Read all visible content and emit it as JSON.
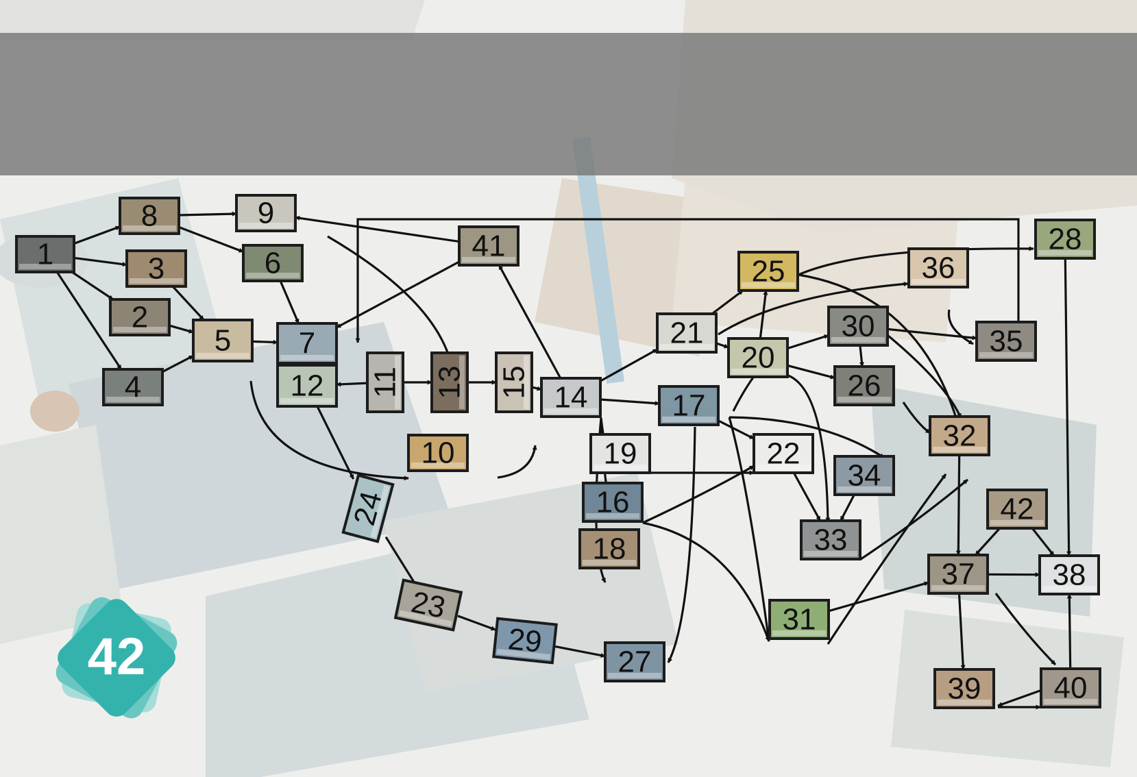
{
  "badge": {
    "label": "42",
    "color": "#34b3ad"
  },
  "diagram": {
    "nodes": [
      {
        "id": "1",
        "color": "#6b6e6d"
      },
      {
        "id": "2",
        "color": "#8c8576"
      },
      {
        "id": "3",
        "color": "#9e8a6f"
      },
      {
        "id": "4",
        "color": "#7a807c"
      },
      {
        "id": "5",
        "color": "#c8bba0"
      },
      {
        "id": "6",
        "color": "#7f8a72"
      },
      {
        "id": "7",
        "color": "#9aaab4"
      },
      {
        "id": "8",
        "color": "#9a8c72"
      },
      {
        "id": "9",
        "color": "#c9c6bd"
      },
      {
        "id": "10",
        "color": "#c8a66e"
      },
      {
        "id": "11",
        "color": "#b7b5ad"
      },
      {
        "id": "12",
        "color": "#b9c5b4"
      },
      {
        "id": "13",
        "color": "#7c6e5e"
      },
      {
        "id": "14",
        "color": "#c6c9ca"
      },
      {
        "id": "15",
        "color": "#c9c2b5"
      },
      {
        "id": "16",
        "color": "#6f8796"
      },
      {
        "id": "17",
        "color": "#7f96a3"
      },
      {
        "id": "18",
        "color": "#a58f75"
      },
      {
        "id": "19",
        "color": "#e4e5e3"
      },
      {
        "id": "20",
        "color": "#c5c7ad"
      },
      {
        "id": "21",
        "color": "#d8d8d2"
      },
      {
        "id": "22",
        "color": "#ececea"
      },
      {
        "id": "23",
        "color": "#a8a49a"
      },
      {
        "id": "24",
        "color": "#aac2c6"
      },
      {
        "id": "25",
        "color": "#d2b861"
      },
      {
        "id": "26",
        "color": "#7f8079"
      },
      {
        "id": "27",
        "color": "#7f94a2"
      },
      {
        "id": "28",
        "color": "#98a77c"
      },
      {
        "id": "29",
        "color": "#7e97ab"
      },
      {
        "id": "30",
        "color": "#8a8a84"
      },
      {
        "id": "31",
        "color": "#8fae76"
      },
      {
        "id": "32",
        "color": "#c2a98a"
      },
      {
        "id": "33",
        "color": "#909393"
      },
      {
        "id": "34",
        "color": "#8e9aa3"
      },
      {
        "id": "35",
        "color": "#8f8a82"
      },
      {
        "id": "36",
        "color": "#d8c6ad"
      },
      {
        "id": "37",
        "color": "#9d9586"
      },
      {
        "id": "38",
        "color": "#dfe1e2"
      },
      {
        "id": "39",
        "color": "#b79e83"
      },
      {
        "id": "40",
        "color": "#a0988c"
      },
      {
        "id": "41",
        "color": "#9c9683"
      },
      {
        "id": "42",
        "color": "#a89a84"
      }
    ],
    "edges": [
      [
        "1",
        "8"
      ],
      [
        "1",
        "3"
      ],
      [
        "1",
        "2"
      ],
      [
        "1",
        "4"
      ],
      [
        "8",
        "9"
      ],
      [
        "8",
        "6"
      ],
      [
        "3",
        "5"
      ],
      [
        "2",
        "5"
      ],
      [
        "4",
        "5"
      ],
      [
        "5",
        "7"
      ],
      [
        "6",
        "7"
      ],
      [
        "41",
        "9"
      ],
      [
        "41",
        "7"
      ],
      [
        "28",
        "7"
      ],
      [
        "9",
        "13"
      ],
      [
        "11",
        "12"
      ],
      [
        "11",
        "13"
      ],
      [
        "13",
        "15"
      ],
      [
        "15",
        "14"
      ],
      [
        "5",
        "10"
      ],
      [
        "10",
        "15"
      ],
      [
        "12",
        "24"
      ],
      [
        "24",
        "23"
      ],
      [
        "23",
        "29"
      ],
      [
        "29",
        "27"
      ],
      [
        "14",
        "41"
      ],
      [
        "14",
        "21"
      ],
      [
        "14",
        "17"
      ],
      [
        "14",
        "19"
      ],
      [
        "14",
        "16"
      ],
      [
        "14",
        "18"
      ],
      [
        "17",
        "27"
      ],
      [
        "17",
        "22"
      ],
      [
        "17",
        "34"
      ],
      [
        "17",
        "31"
      ],
      [
        "17",
        "20"
      ],
      [
        "19",
        "22"
      ],
      [
        "16",
        "22"
      ],
      [
        "16",
        "31"
      ],
      [
        "21",
        "25"
      ],
      [
        "21",
        "20"
      ],
      [
        "21",
        "36"
      ],
      [
        "20",
        "25"
      ],
      [
        "20",
        "30"
      ],
      [
        "20",
        "26"
      ],
      [
        "20",
        "33"
      ],
      [
        "25",
        "28"
      ],
      [
        "25",
        "32"
      ],
      [
        "36",
        "35"
      ],
      [
        "30",
        "35"
      ],
      [
        "30",
        "26"
      ],
      [
        "30",
        "32"
      ],
      [
        "26",
        "32"
      ],
      [
        "22",
        "33"
      ],
      [
        "34",
        "33"
      ],
      [
        "33",
        "32"
      ],
      [
        "31",
        "32"
      ],
      [
        "31",
        "37"
      ],
      [
        "32",
        "37"
      ],
      [
        "42",
        "37"
      ],
      [
        "42",
        "38"
      ],
      [
        "28",
        "38"
      ],
      [
        "37",
        "38"
      ],
      [
        "37",
        "39"
      ],
      [
        "37",
        "40"
      ],
      [
        "40",
        "39"
      ],
      [
        "39",
        "40"
      ],
      [
        "40",
        "38"
      ]
    ]
  }
}
